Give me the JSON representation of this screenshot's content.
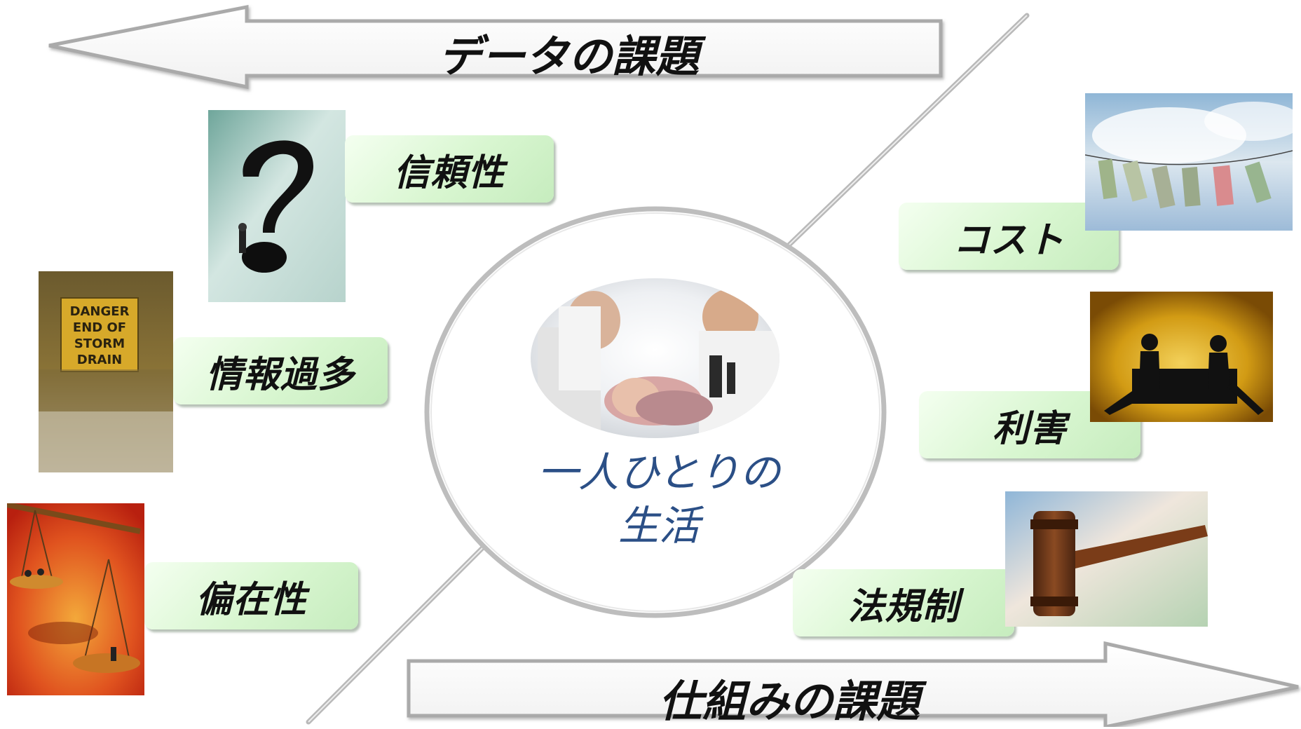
{
  "arrows": {
    "top_label": "データの課題",
    "bottom_label": "仕組みの課題"
  },
  "center": {
    "line1": "一人ひとりの",
    "line2": "生活"
  },
  "left_items": [
    {
      "label": "信頼性"
    },
    {
      "label": "情報過多"
    },
    {
      "label": "偏在性"
    }
  ],
  "right_items": [
    {
      "label": "コスト"
    },
    {
      "label": "利害"
    },
    {
      "label": "法規制"
    }
  ],
  "photos": {
    "danger_sign": [
      "DANGER",
      "END OF",
      "STORM",
      "DRAIN"
    ]
  }
}
